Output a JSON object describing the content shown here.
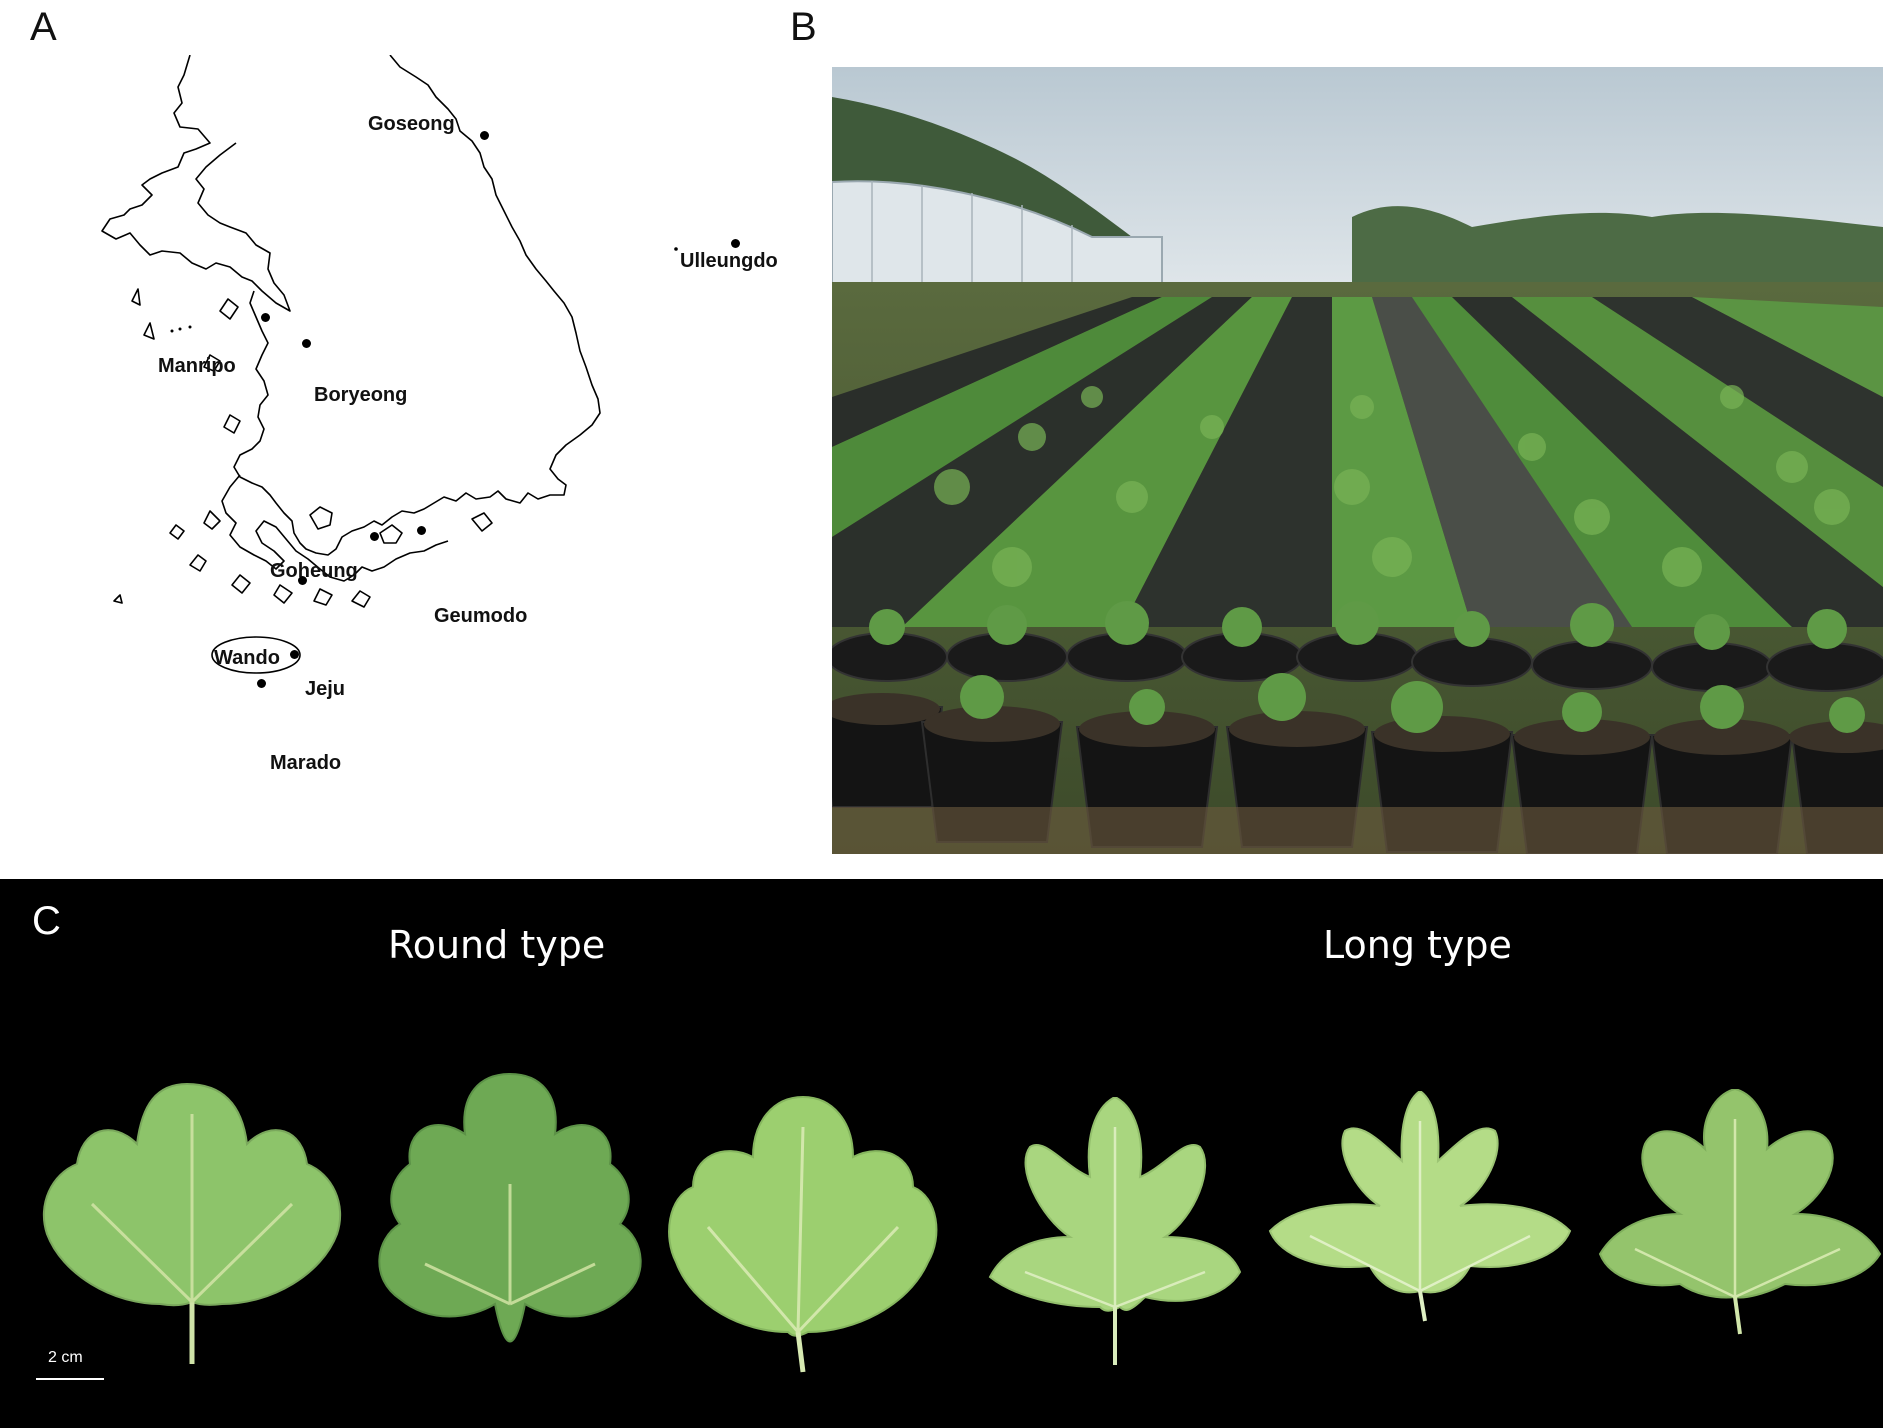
{
  "panels": {
    "a": {
      "label": "A"
    },
    "b": {
      "label": "B"
    },
    "c": {
      "label": "C"
    }
  },
  "map": {
    "places": [
      {
        "name": "Goseong"
      },
      {
        "name": "Ulleungdo"
      },
      {
        "name": "Manripo"
      },
      {
        "name": "Boryeong"
      },
      {
        "name": "Goheung"
      },
      {
        "name": "Geumodo"
      },
      {
        "name": "Wando"
      },
      {
        "name": "Jeju"
      },
      {
        "name": "Marado"
      }
    ]
  },
  "photo": {
    "subject": "field-plots-and-potted-plants"
  },
  "leaf_panel": {
    "round_title": "Round type",
    "long_title": "Long type",
    "scale_label": "2 cm",
    "background_color": "#000000",
    "leaf_colors": [
      "#8dc46a",
      "#6ea954",
      "#9ccf6f",
      "#a9d67f",
      "#b4dc87",
      "#94c46c"
    ]
  }
}
